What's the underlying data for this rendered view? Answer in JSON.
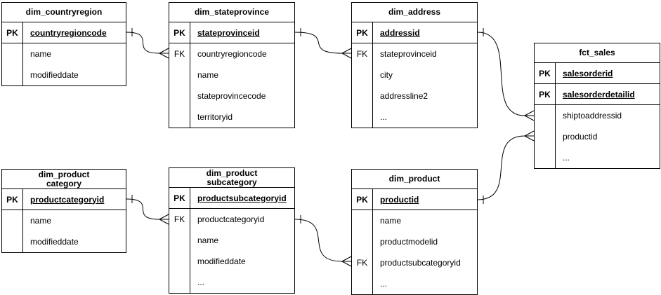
{
  "diagram": {
    "colors": {
      "line": "#000000",
      "table_bg": "#ffffff",
      "text": "#000000"
    },
    "tables": [
      {
        "id": "dim_countryregion",
        "title_lines": [
          "dim_countryregion"
        ],
        "rows": [
          {
            "key": "PK",
            "field": "countryregioncode"
          },
          {
            "key": "",
            "field": "name"
          },
          {
            "key": "",
            "field": "modifieddate"
          }
        ]
      },
      {
        "id": "dim_stateprovince",
        "title_lines": [
          "dim_stateprovince"
        ],
        "rows": [
          {
            "key": "PK",
            "field": "stateprovinceid"
          },
          {
            "key": "FK",
            "field": "countryregioncode"
          },
          {
            "key": "",
            "field": "name"
          },
          {
            "key": "",
            "field": "stateprovincecode"
          },
          {
            "key": "",
            "field": "territoryid"
          }
        ]
      },
      {
        "id": "dim_address",
        "title_lines": [
          "dim_address"
        ],
        "rows": [
          {
            "key": "PK",
            "field": "addressid"
          },
          {
            "key": "FK",
            "field": "stateprovinceid"
          },
          {
            "key": "",
            "field": "city"
          },
          {
            "key": "",
            "field": "addressline2"
          },
          {
            "key": "",
            "field": "..."
          }
        ]
      },
      {
        "id": "fct_sales",
        "title_lines": [
          "fct_sales"
        ],
        "rows": [
          {
            "key": "PK",
            "field": "salesorderid"
          },
          {
            "key": "PK",
            "field": "salesorderdetailid"
          },
          {
            "key": "",
            "field": "shiptoaddressid"
          },
          {
            "key": "",
            "field": "productid"
          },
          {
            "key": "",
            "field": "..."
          }
        ]
      },
      {
        "id": "dim_product_category",
        "title_lines": [
          "dim_product",
          "category"
        ],
        "rows": [
          {
            "key": "PK",
            "field": "productcategoryid"
          },
          {
            "key": "",
            "field": "name"
          },
          {
            "key": "",
            "field": "modifieddate"
          }
        ]
      },
      {
        "id": "dim_product_subcategory",
        "title_lines": [
          "dim_product",
          "subcategory"
        ],
        "rows": [
          {
            "key": "PK",
            "field": "productsubcategoryid"
          },
          {
            "key": "FK",
            "field": "productcategoryid"
          },
          {
            "key": "",
            "field": "name"
          },
          {
            "key": "",
            "field": "modifieddate"
          },
          {
            "key": "",
            "field": "..."
          }
        ]
      },
      {
        "id": "dim_product",
        "title_lines": [
          "dim_product"
        ],
        "rows": [
          {
            "key": "PK",
            "field": "productid"
          },
          {
            "key": "",
            "field": "name"
          },
          {
            "key": "",
            "field": "productmodelid"
          },
          {
            "key": "FK",
            "field": "productsubcategoryid"
          },
          {
            "key": "",
            "field": "..."
          }
        ]
      }
    ],
    "relationships": [
      {
        "from": "dim_countryregion",
        "to": "dim_stateprovince",
        "from_cardinality": "one",
        "to_cardinality": "many"
      },
      {
        "from": "dim_stateprovince",
        "to": "dim_address",
        "from_cardinality": "one",
        "to_cardinality": "many"
      },
      {
        "from": "dim_address",
        "to": "fct_sales",
        "from_cardinality": "one",
        "to_cardinality": "many"
      },
      {
        "from": "dim_product",
        "to": "fct_sales",
        "from_cardinality": "one",
        "to_cardinality": "many"
      },
      {
        "from": "dim_product_category",
        "to": "dim_product_subcategory",
        "from_cardinality": "one",
        "to_cardinality": "many"
      },
      {
        "from": "dim_product_subcategory",
        "to": "dim_product",
        "from_cardinality": "one",
        "to_cardinality": "many"
      }
    ]
  }
}
